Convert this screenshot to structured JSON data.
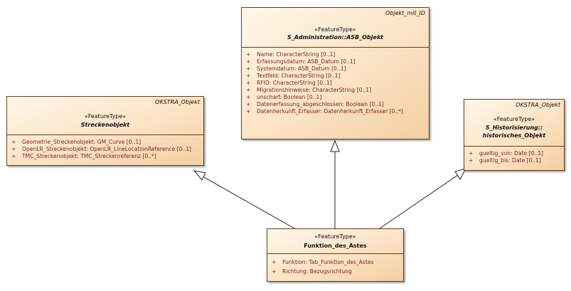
{
  "diagram": {
    "asb": {
      "tag": "Objekt_mit_ID",
      "stereotype": "«FeatureType»",
      "name": "S_Administration::ASB_Objekt",
      "attributes": [
        {
          "vis": "+",
          "text": "Name: CharacterString [0..1]"
        },
        {
          "vis": "+",
          "text": "Erfassungsdatum: ASB_Datum [0..1]"
        },
        {
          "vis": "+",
          "text": "Systemdatum: ASB_Datum [0..1]"
        },
        {
          "vis": "+",
          "text": "Textfeld: CharacterString [0..1]"
        },
        {
          "vis": "+",
          "text": "RFID: CharacterString [0..1]"
        },
        {
          "vis": "+",
          "text": "Migrationshinweise: CharacterString [0..1]"
        },
        {
          "vis": "+",
          "text": "unscharf: Boolean [0..1]"
        },
        {
          "vis": "+",
          "text": "Datenerfassung_abgeschlossen: Boolean [0..1]"
        },
        {
          "vis": "+",
          "text": "Datenherkunft_Erfasser: Datenherkunft_Erfasser [0..*]"
        }
      ]
    },
    "strecke": {
      "tag": "OKSTRA_Objekt",
      "stereotype": "«FeatureType»",
      "name": "Streckenobjekt",
      "attributes": [
        {
          "vis": "+",
          "text": "Geometrie_Streckenobjekt: GM_Curve [0..1]"
        },
        {
          "vis": "+",
          "text": "OpenLR_Streckenobjekt: OpenLR_LineLocationReference [0..1]"
        },
        {
          "vis": "+",
          "text": "TMC_Streckenobjekt: TMC_Streckenreferenz [0..*]"
        }
      ]
    },
    "hist": {
      "tag": "OKSTRA_Objekt",
      "stereotype": "«FeatureType»",
      "name_line1": "S_Historisierung::",
      "name_line2": "historisches_Objekt",
      "attributes": [
        {
          "vis": "+",
          "text": "gueltig_von: Date [0..1]"
        },
        {
          "vis": "+",
          "text": "gueltig_bis: Date [0..1]"
        }
      ]
    },
    "funktion": {
      "stereotype": "«FeatureType»",
      "name": "Funktion_des_Astes",
      "attributes": [
        {
          "vis": "+",
          "text": "Funktion: Tab_Funktion_des_Astes"
        },
        {
          "vis": "+",
          "text": "Richtung: Bezugsrichtung"
        }
      ]
    }
  }
}
